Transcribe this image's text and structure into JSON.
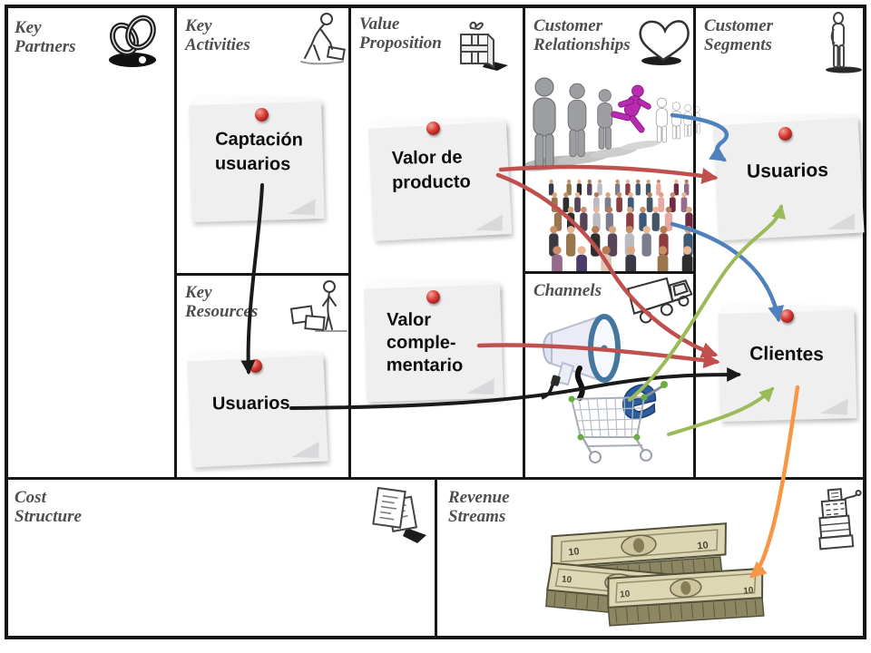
{
  "canvas": {
    "type": "business-model-canvas"
  },
  "sections": [
    {
      "id": "key-partners",
      "label": "Key Partners",
      "label_lines": [
        "Key",
        "Partners"
      ],
      "icon": "interlocked-rings-icon"
    },
    {
      "id": "key-activities",
      "label": "Key Activities",
      "label_lines": [
        "Key",
        "Activities"
      ],
      "icon": "worker-pushing-icon"
    },
    {
      "id": "value-proposition",
      "label": "Value Proposition",
      "label_lines": [
        "Value",
        "Proposition"
      ],
      "icon": "gift-box-icon"
    },
    {
      "id": "customer-relationships",
      "label": "Customer Relationships",
      "label_lines": [
        "Customer",
        "Relationships"
      ],
      "icon": "heart-icon"
    },
    {
      "id": "customer-segments",
      "label": "Customer Segments",
      "label_lines": [
        "Customer",
        "Segments"
      ],
      "icon": "standing-person-icon"
    },
    {
      "id": "key-resources",
      "label": "Key Resources",
      "label_lines": [
        "Key",
        "Resources"
      ],
      "icon": "person-with-boxes-icon"
    },
    {
      "id": "channels",
      "label": "Channels",
      "label_lines": [
        "Channels"
      ],
      "icon": "delivery-truck-icon"
    },
    {
      "id": "cost-structure",
      "label": "Cost Structure",
      "label_lines": [
        "Cost",
        "Structure"
      ],
      "icon": "receipts-icon"
    },
    {
      "id": "revenue-streams",
      "label": "Revenue Streams",
      "label_lines": [
        "Revenue",
        "Streams"
      ],
      "icon": "cash-register-icon"
    }
  ],
  "sticky_notes": [
    {
      "id": "captacion-usuarios",
      "section": "key-activities",
      "lines": [
        "Captación",
        "usuarios"
      ]
    },
    {
      "id": "valor-de-producto",
      "section": "value-proposition",
      "lines": [
        "Valor de",
        "producto"
      ]
    },
    {
      "id": "valor-complementario",
      "section": "value-proposition",
      "lines": [
        "Valor",
        "comple-",
        "mentario"
      ]
    },
    {
      "id": "usuarios-recursos",
      "section": "key-resources",
      "lines": [
        "Usuarios"
      ]
    },
    {
      "id": "usuarios-segmento",
      "section": "customer-segments",
      "lines": [
        "Usuarios"
      ]
    },
    {
      "id": "clientes",
      "section": "customer-segments",
      "lines": [
        "Clientes"
      ]
    }
  ],
  "arrow_colors": {
    "red": "#C0504D",
    "blue": "#4F81BD",
    "green": "#9BBB59",
    "orange": "#F79646",
    "black": "#1A1A1A"
  },
  "arrows": [
    {
      "id": "captacion-to-usuarios-recursos",
      "color": "black"
    },
    {
      "id": "usuarios-recursos-to-clientes",
      "color": "black"
    },
    {
      "id": "valor-producto-to-usuarios",
      "color": "red"
    },
    {
      "id": "valor-producto-to-clientes",
      "color": "red"
    },
    {
      "id": "valor-complementario-to-clientes",
      "color": "red"
    },
    {
      "id": "queue-people-to-usuarios",
      "color": "blue"
    },
    {
      "id": "crowd-to-clientes",
      "color": "blue"
    },
    {
      "id": "cart-to-clientes",
      "color": "green"
    },
    {
      "id": "cart-to-usuarios",
      "color": "green"
    },
    {
      "id": "clientes-to-money",
      "color": "orange"
    }
  ],
  "images": [
    {
      "name": "queue-of-people-with-runner"
    },
    {
      "name": "crowd-photo"
    },
    {
      "name": "megaphone"
    },
    {
      "name": "shopping-cart-with-e"
    },
    {
      "name": "money-stacks"
    },
    {
      "name": "cash-register"
    }
  ],
  "note_style": {
    "pin_color": "#C0392B",
    "paper_color": "#F2F2F2"
  }
}
